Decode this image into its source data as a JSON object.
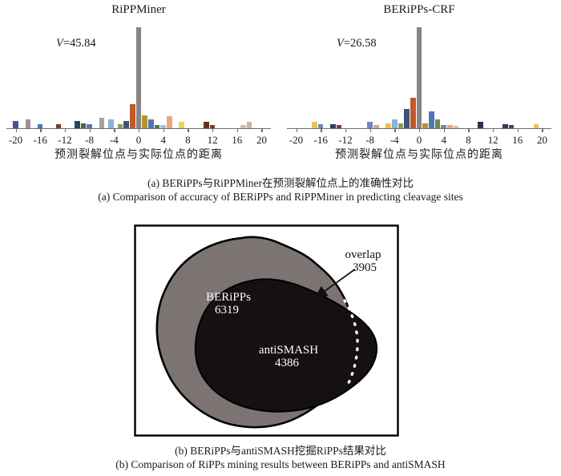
{
  "chart_data": [
    {
      "type": "bar",
      "title": "RiPPMiner",
      "annotation": {
        "symbol": "V",
        "rest": "=45.84"
      },
      "xlabel": "预测裂解位点与实际位点的距离",
      "xlim": [
        -21.5,
        21.5
      ],
      "x_ticks": [
        -20,
        -16,
        -12,
        -8,
        -4,
        0,
        4,
        8,
        12,
        16,
        20
      ],
      "ylabel": "",
      "grid": false,
      "legend": "none",
      "bars": [
        {
          "x": -20,
          "h_pct": 7,
          "c": "#3f5988"
        },
        {
          "x": -18,
          "h_pct": 9,
          "c": "#98948f"
        },
        {
          "x": -16,
          "h_pct": 4,
          "c": "#5276b4"
        },
        {
          "x": -13,
          "h_pct": 4,
          "c": "#7d3b27"
        },
        {
          "x": -10,
          "h_pct": 7,
          "c": "#2e4168"
        },
        {
          "x": -9,
          "h_pct": 5,
          "c": "#535f3e"
        },
        {
          "x": -8,
          "h_pct": 4,
          "c": "#5a76ae"
        },
        {
          "x": -6,
          "h_pct": 10,
          "c": "#a5a19e"
        },
        {
          "x": -4.5,
          "h_pct": 9,
          "c": "#8cb0d9"
        },
        {
          "x": -3,
          "h_pct": 4,
          "c": "#7fa35c"
        },
        {
          "x": -2,
          "h_pct": 7,
          "c": "#3f5377"
        },
        {
          "x": -1,
          "h_pct": 24,
          "c": "#c05a2c"
        },
        {
          "x": 0,
          "h_pct": 100,
          "c": "#8a8482"
        },
        {
          "x": 1,
          "h_pct": 13,
          "c": "#b9912f"
        },
        {
          "x": 2,
          "h_pct": 9,
          "c": "#5276b4"
        },
        {
          "x": 3,
          "h_pct": 3,
          "c": "#5e7a3c"
        },
        {
          "x": 4,
          "h_pct": 3,
          "c": "#9dc3e6"
        },
        {
          "x": 5,
          "h_pct": 12,
          "c": "#eba782"
        },
        {
          "x": 7,
          "h_pct": 6,
          "c": "#ecd25f"
        },
        {
          "x": 11,
          "h_pct": 6,
          "c": "#5e3220"
        },
        {
          "x": 12,
          "h_pct": 3,
          "c": "#833a27"
        },
        {
          "x": 17,
          "h_pct": 3,
          "c": "#e5bb9e"
        },
        {
          "x": 18,
          "h_pct": 6,
          "c": "#c2b5ab"
        }
      ]
    },
    {
      "type": "bar",
      "title": "BERiPPs-CRF",
      "annotation": {
        "symbol": "V",
        "rest": "=26.58"
      },
      "xlabel": "预测裂解位点与实际位点的距离",
      "xlim": [
        -21.5,
        21.5
      ],
      "x_ticks": [
        -20,
        -16,
        -12,
        -8,
        -4,
        0,
        4,
        8,
        12,
        16,
        20
      ],
      "ylabel": "",
      "grid": false,
      "legend": "none",
      "bars": [
        {
          "x": -17,
          "h_pct": 6,
          "c": "#e9c353"
        },
        {
          "x": -16,
          "h_pct": 4,
          "c": "#7487b8"
        },
        {
          "x": -14,
          "h_pct": 4,
          "c": "#2c3c5c"
        },
        {
          "x": -13,
          "h_pct": 3,
          "c": "#7d3b27"
        },
        {
          "x": -8,
          "h_pct": 6,
          "c": "#7487b8"
        },
        {
          "x": -7,
          "h_pct": 3,
          "c": "#c9a98c"
        },
        {
          "x": -5,
          "h_pct": 5,
          "c": "#e9c353"
        },
        {
          "x": -4,
          "h_pct": 9,
          "c": "#8cb0d9"
        },
        {
          "x": -3,
          "h_pct": 5,
          "c": "#7fa35c"
        },
        {
          "x": -2,
          "h_pct": 19,
          "c": "#3f5377"
        },
        {
          "x": -1,
          "h_pct": 30,
          "c": "#c05a2c"
        },
        {
          "x": 0,
          "h_pct": 100,
          "c": "#8a8482"
        },
        {
          "x": 1,
          "h_pct": 5,
          "c": "#b9912f"
        },
        {
          "x": 2,
          "h_pct": 17,
          "c": "#5276b4"
        },
        {
          "x": 3,
          "h_pct": 9,
          "c": "#6b8a49"
        },
        {
          "x": 4,
          "h_pct": 3,
          "c": "#7487b8"
        },
        {
          "x": 5,
          "h_pct": 3,
          "c": "#eba782"
        },
        {
          "x": 6,
          "h_pct": 2,
          "c": "#e3b79b"
        },
        {
          "x": 10,
          "h_pct": 6,
          "c": "#253655"
        },
        {
          "x": 14,
          "h_pct": 4,
          "c": "#2c3c5c"
        },
        {
          "x": 15,
          "h_pct": 3,
          "c": "#3c4c68"
        },
        {
          "x": 19,
          "h_pct": 4,
          "c": "#e9c353"
        }
      ]
    },
    {
      "type": "area",
      "title": "Venn overlap diagram",
      "sets": [
        {
          "name": "BERiPPs",
          "size": 6319
        },
        {
          "name": "antiSMASH",
          "size": 4386
        }
      ],
      "overlap": {
        "name": "overlap",
        "size": 3905
      }
    }
  ],
  "captions": {
    "a_zh": "(a) BERiPPs与RiPPMiner在预测裂解位点上的准确性对比",
    "a_en": "(a) Comparison of accuracy of BERiPPs and RiPPMiner in predicting cleavage sites",
    "b_zh": "(b) BERiPPs与antiSMASH挖掘RiPPs结果对比",
    "b_en": "(b) Comparison of RiPPs mining results between BERiPPs and antiSMASH"
  },
  "venn": {
    "outer": {
      "label": "BERiPPs",
      "value": "6319",
      "color": "#7b7472"
    },
    "inner": {
      "label": "antiSMASH",
      "value": "4386",
      "color": "#151011"
    },
    "overlap": {
      "label": "overlap",
      "value": "3905"
    },
    "outline_color": "#000000"
  }
}
